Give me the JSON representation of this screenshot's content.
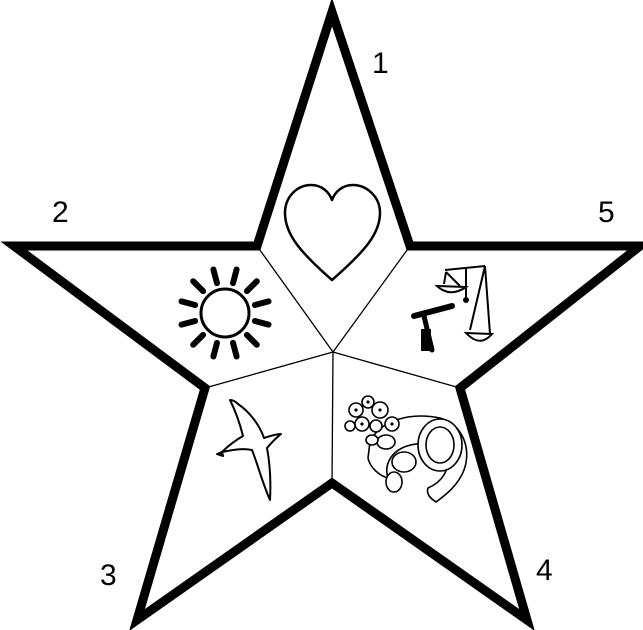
{
  "points": [
    {
      "number": "1",
      "symbol": "heart-icon"
    },
    {
      "number": "2",
      "symbol": "sun-icon"
    },
    {
      "number": "3",
      "symbol": "bird-icon"
    },
    {
      "number": "4",
      "symbol": "cornucopia-icon"
    },
    {
      "number": "5",
      "symbol": "scales-icon"
    }
  ],
  "colors": {
    "outline": "#000000",
    "fill": "#ffffff"
  }
}
